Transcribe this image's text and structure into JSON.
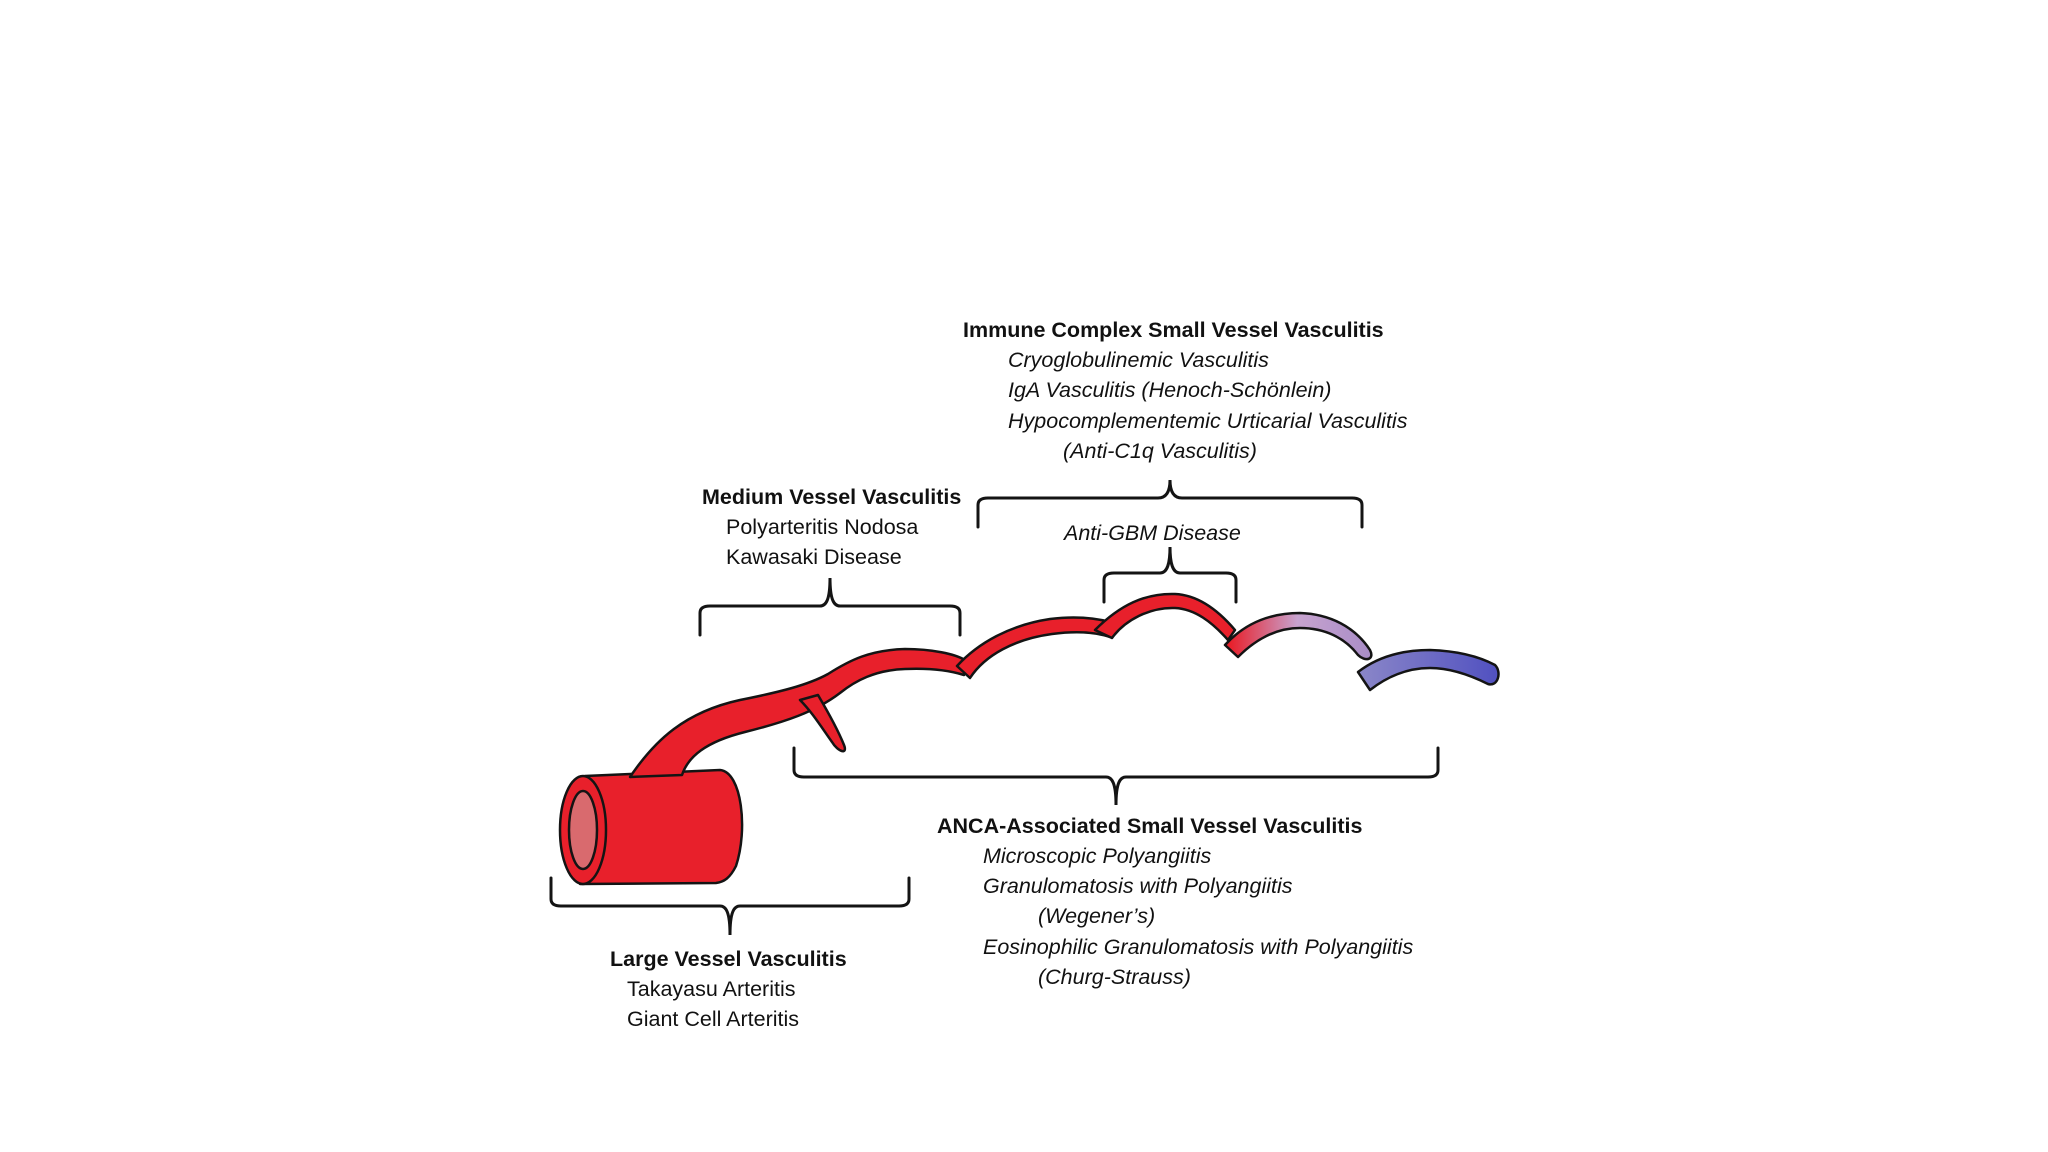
{
  "groups": {
    "immune_complex": {
      "heading": "Immune Complex  Small Vessel Vasculitis",
      "items": [
        "Cryoglobulinemic Vasculitis",
        "IgA Vasculitis (Henoch-Schönlein)",
        "Hypocomplementemic Urticarial Vasculitis",
        "(Anti-C1q Vasculitis)"
      ]
    },
    "anti_gbm": {
      "label": "Anti-GBM Disease"
    },
    "medium_vessel": {
      "heading": "Medium Vessel Vasculitis",
      "items": [
        "Polyarteritis Nodosa",
        "Kawasaki Disease"
      ]
    },
    "anca": {
      "heading": "ANCA-Associated Small Vessel Vasculitis",
      "items": [
        "Microscopic Polyangiitis",
        "Granulomatosis with Polyangiitis",
        "(Wegener’s)",
        "Eosinophilic Granulomatosis with Polyangiitis",
        "(Churg-Strauss)"
      ]
    },
    "large_vessel": {
      "heading": "Large Vessel Vasculitis",
      "items": [
        "Takayasu Arteritis",
        "Giant Cell Arteritis"
      ]
    }
  },
  "colors": {
    "artery": "#e8202b",
    "artery_outline": "#141414",
    "lumen": "#d96a6e",
    "capillary": "#c7a3cf",
    "vein": "#5a5ac0"
  }
}
